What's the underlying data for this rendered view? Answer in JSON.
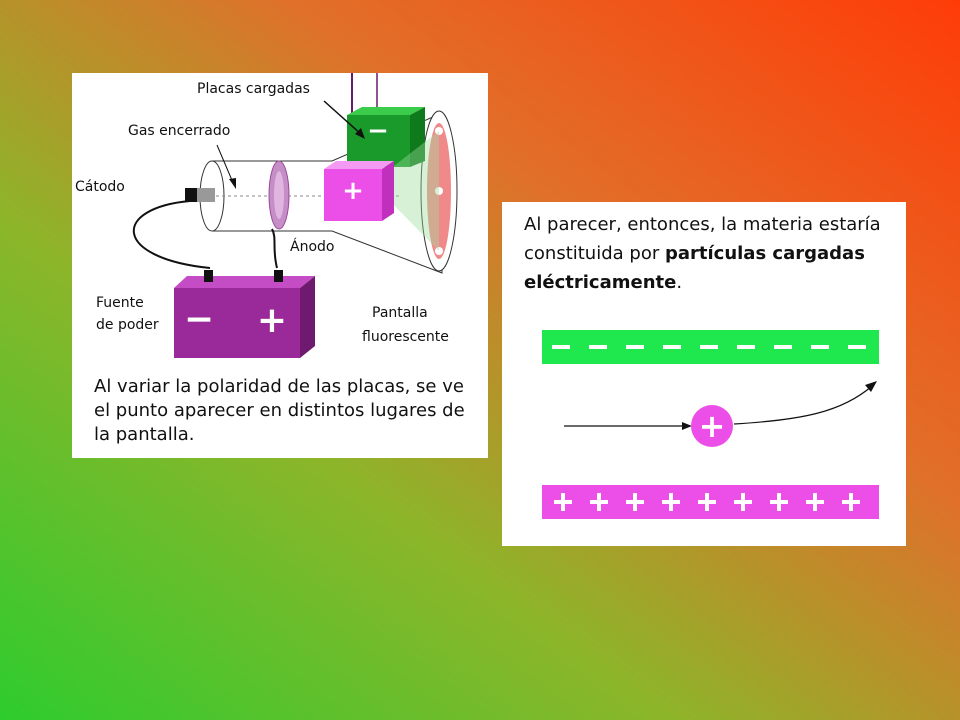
{
  "left": {
    "labels": {
      "plates": "Placas cargadas",
      "gas": "Gas encerrado",
      "cathode": "Cátodo",
      "anode": "Ánodo",
      "power_1": "Fuente",
      "power_2": "de poder",
      "screen_1": "Pantalla",
      "screen_2": "fluorescente"
    },
    "plate_signs": {
      "negative": "−",
      "positive": "+"
    },
    "battery_signs": {
      "negative": "−",
      "positive": "+"
    },
    "caption": "Al variar la polaridad de las placas, se ve el punto aparecer en distintos lugares de la pantalla."
  },
  "right": {
    "text_start": "Al parecer, entonces, la materia estaría constituida por ",
    "text_bold": "partículas cargadas eléctricamente",
    "text_end": ".",
    "particle_sign": "+"
  },
  "colors": {
    "green": "#1ee84e",
    "magenta": "#ec4ee8",
    "purple": "#9a2a9a",
    "plate_green": "#1a9a2a",
    "screen_pink": "#f08a8a"
  }
}
